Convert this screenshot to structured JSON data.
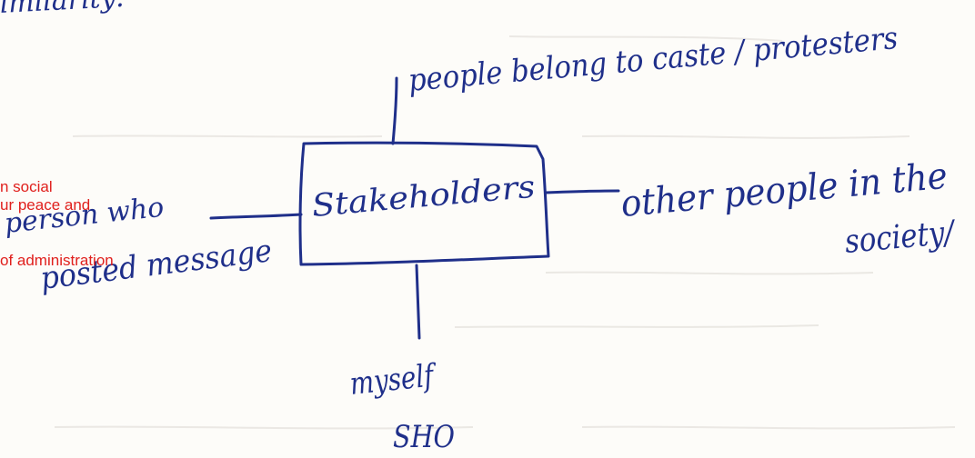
{
  "colors": {
    "ink": "#1f2f8a",
    "printed_text": "#e0201d",
    "paper": "#fdfcf9"
  },
  "top_fragment": "imilarity:",
  "center_box": "Stakeholders",
  "top_label": "people belong to caste / protesters",
  "right_label": {
    "line1": "other people in the",
    "line2": "society/"
  },
  "left_label": {
    "line1": "person who",
    "line2": "posted message"
  },
  "bottom_label": {
    "line1": "myself",
    "line2": "SHO"
  },
  "printed_overlay": {
    "line1": "n social",
    "line2": "ur peace and",
    "line3": "of administration"
  }
}
